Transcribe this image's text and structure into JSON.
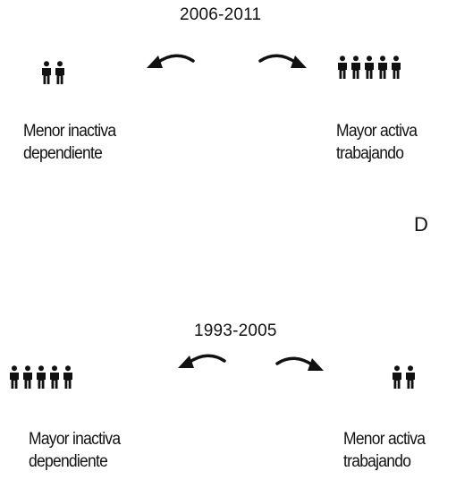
{
  "colors": {
    "figure": "#111111",
    "text": "#111111",
    "background": "#ffffff"
  },
  "icons": {
    "person": "person-icon",
    "arrow": "curved-arrow-icon"
  },
  "top": {
    "period": "2006-2011",
    "left": {
      "count": 2,
      "line1": "Menor inactiva",
      "line2": "dependiente"
    },
    "right": {
      "count": 5,
      "line1": "Mayor activa",
      "line2": "trabajando"
    }
  },
  "cut_text": "D",
  "bottom": {
    "period": "1993-2005",
    "left": {
      "count": 5,
      "line1": "Mayor inactiva",
      "line2": "dependiente"
    },
    "right": {
      "count": 2,
      "line1": "Menor activa",
      "line2": "trabajando"
    }
  }
}
